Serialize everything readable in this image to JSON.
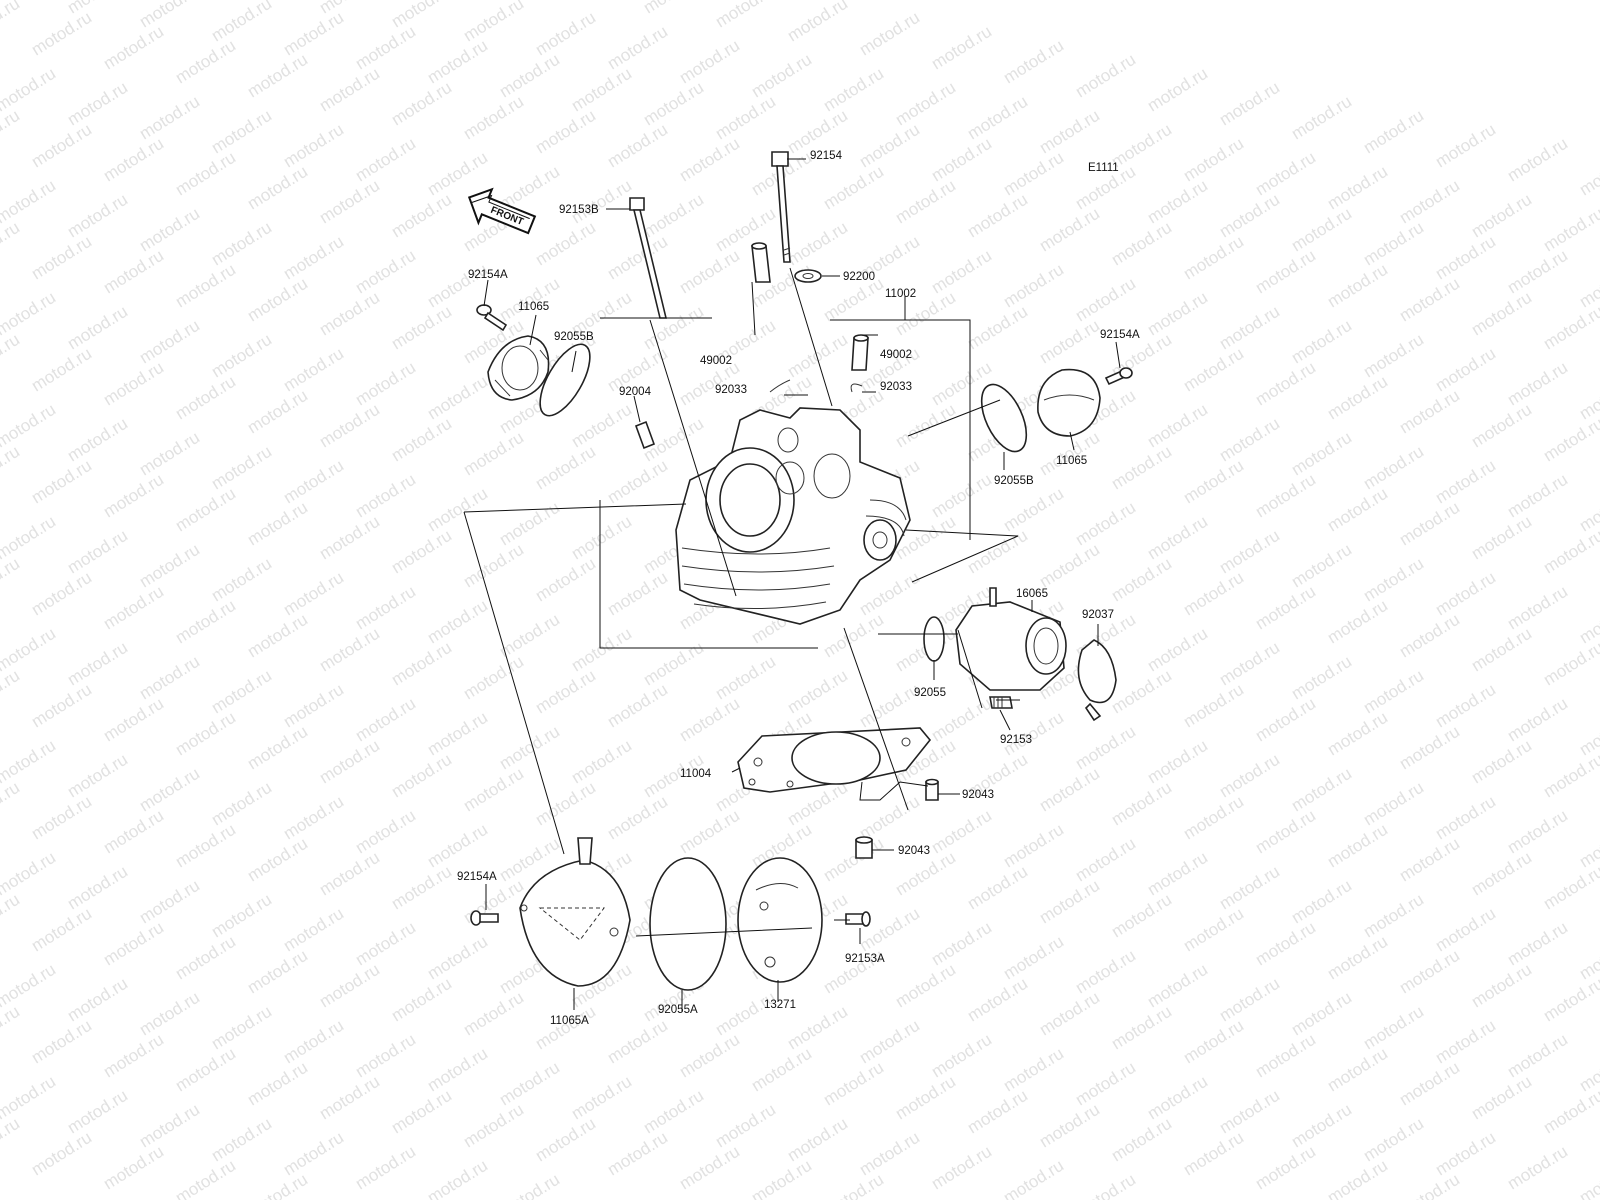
{
  "diagram": {
    "code": "E1111",
    "front_label": "FRONT",
    "watermark": "motod.ru",
    "labels": {
      "bolt_92154": "92154",
      "bolt_92153B": "92153B",
      "washer_92200": "92200",
      "head_11002": "11002",
      "bolt_92154A_top_left": "92154A",
      "cover_11065_left": "11065",
      "oring_92055B_left": "92055B",
      "guide_49002_left": "49002",
      "guide_49002_right": "49002",
      "clip_92033_left": "92033",
      "clip_92033_right": "92033",
      "stud_92004": "92004",
      "bolt_92154A_right": "92154A",
      "oring_92055B_right": "92055B",
      "cover_11065_right": "11065",
      "holder_16065": "16065",
      "clamp_92037": "92037",
      "oring_92055": "92055",
      "bolt_92153": "92153",
      "gasket_11004": "11004",
      "pin_92043_upper": "92043",
      "pin_92043_lower": "92043",
      "bolt_92154A_bottom": "92154A",
      "cover_11065A": "11065A",
      "oring_92055A": "92055A",
      "plate_13271": "13271",
      "bolt_92153A": "92153A"
    }
  }
}
